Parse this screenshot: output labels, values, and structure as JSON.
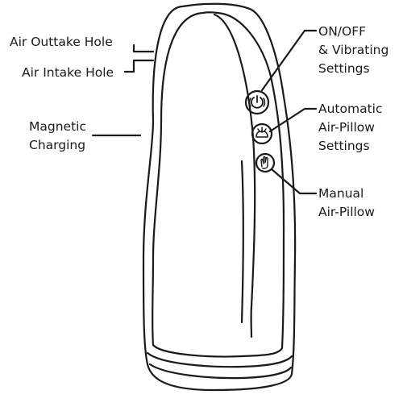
{
  "labels": {
    "air_outtake_hole": "Air Outtake Hole",
    "air_intake_hole": "Air Intake Hole",
    "magnetic_charging": [
      "Magnetic",
      "Charging"
    ],
    "on_off_vibrating": [
      "ON/OFF",
      "& Vibrating",
      "Settings"
    ],
    "automatic_air_pillow": [
      "Automatic",
      "Air-Pillow",
      "Settings"
    ],
    "manual_air_pillow": [
      "Manual",
      "Air-Pillow"
    ]
  },
  "icons": {
    "power_vibrate": "power-vibrate-icon",
    "auto_air_pillow": "auto-air-pillow-icon",
    "manual_air_pillow": "hand-icon"
  },
  "colors": {
    "line": "#1a1a1a",
    "background": "#ffffff"
  }
}
